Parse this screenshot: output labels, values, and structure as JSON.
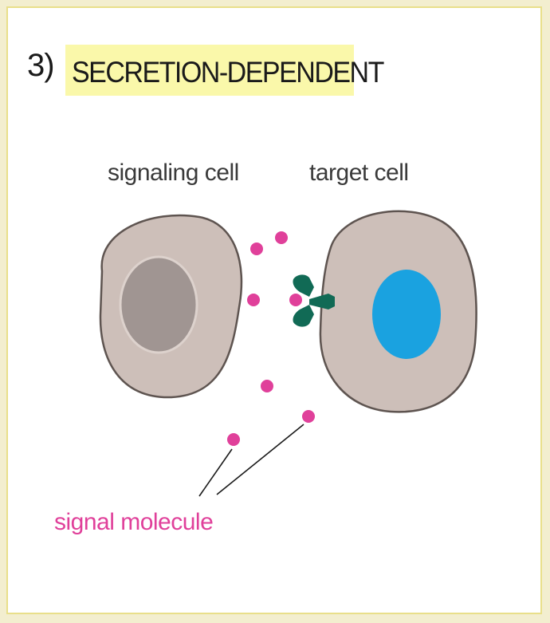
{
  "figure": {
    "number": "3)",
    "title": "SECRETION-DEPENDENT",
    "labels": {
      "signaling_cell": "signaling cell",
      "target_cell": "target cell",
      "signal_molecule": "signal molecule"
    }
  },
  "colors": {
    "background": "#ffffff",
    "title_highlight": "#faf8aa",
    "cell_cytoplasm": "#cdbfb9",
    "cell_outline": "#5e5450",
    "signaling_nucleus": "#a09592",
    "target_nucleus": "#1aa2e0",
    "receptor": "#116a55",
    "signal_molecule": "#e0409a"
  }
}
